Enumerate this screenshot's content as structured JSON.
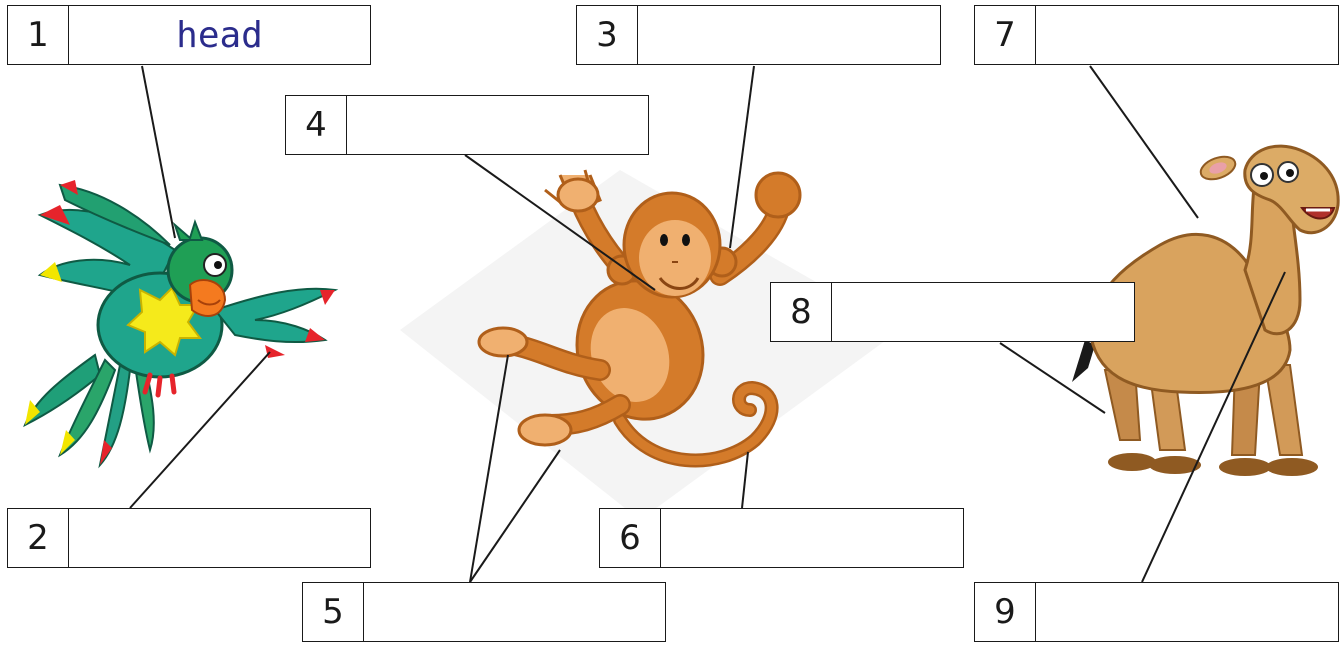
{
  "labels": [
    {
      "num": "1",
      "answer": "head"
    },
    {
      "num": "2",
      "answer": ""
    },
    {
      "num": "3",
      "answer": ""
    },
    {
      "num": "4",
      "answer": ""
    },
    {
      "num": "5",
      "answer": ""
    },
    {
      "num": "6",
      "answer": ""
    },
    {
      "num": "7",
      "answer": ""
    },
    {
      "num": "8",
      "answer": ""
    },
    {
      "num": "9",
      "answer": ""
    }
  ],
  "animals": [
    "parrot-icon",
    "monkey-icon",
    "camel-icon"
  ],
  "colors": {
    "answer_ink": "#2b2c8c",
    "line": "#1a1a1a"
  }
}
